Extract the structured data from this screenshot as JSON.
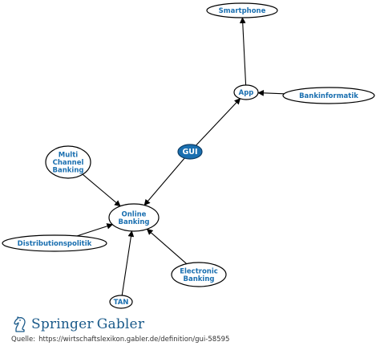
{
  "nodes": [
    {
      "id": "smartphone",
      "label": [
        "Smartphone"
      ]
    },
    {
      "id": "app",
      "label": [
        "App"
      ]
    },
    {
      "id": "bankinformatik",
      "label": [
        "Bankinformatik"
      ]
    },
    {
      "id": "gui",
      "label": [
        "GUI"
      ],
      "focus": true
    },
    {
      "id": "multichannel",
      "label": [
        "Multi",
        "Channel",
        "Banking"
      ]
    },
    {
      "id": "online",
      "label": [
        "Online",
        "Banking"
      ]
    },
    {
      "id": "distributionspolitik",
      "label": [
        "Distributionspolitik"
      ]
    },
    {
      "id": "electronic",
      "label": [
        "Electronic",
        "Banking"
      ]
    },
    {
      "id": "tan",
      "label": [
        "TAN"
      ]
    }
  ],
  "edges": [
    {
      "from": "app",
      "to": "smartphone"
    },
    {
      "from": "bankinformatik",
      "to": "app"
    },
    {
      "from": "gui",
      "to": "app"
    },
    {
      "from": "gui",
      "to": "online"
    },
    {
      "from": "multichannel",
      "to": "online"
    },
    {
      "from": "distributionspolitik",
      "to": "online"
    },
    {
      "from": "electronic",
      "to": "online"
    },
    {
      "from": "tan",
      "to": "online"
    }
  ],
  "footer": {
    "brand_first": "Springer",
    "brand_second": "Gabler",
    "source_label": "Quelle:",
    "source_url": "https://wirtschaftslexikon.gabler.de/definition/gui-58595"
  },
  "colors": {
    "label_blue": "#1a6fb0",
    "focus_fill": "#1a6fb0",
    "brand_blue": "#1a5a8a"
  }
}
